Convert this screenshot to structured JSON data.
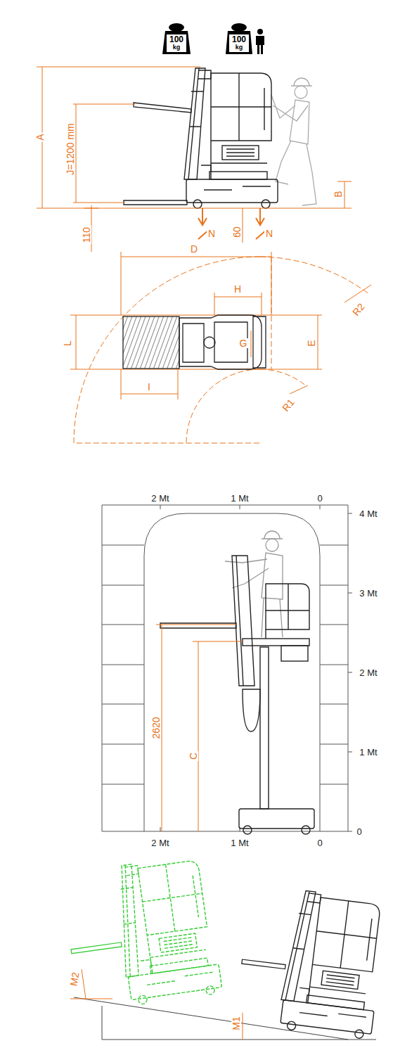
{
  "diagram": {
    "nodes": [
      {
        "text": [
          "100",
          "kg"
        ]
      },
      {
        "text": [
          "100",
          "kg"
        ]
      }
    ],
    "labels": [
      "A",
      "J=1200 mm",
      "B",
      "110",
      "N",
      "60",
      "N",
      "D",
      "H",
      "R2",
      "L",
      "G",
      "E",
      "I",
      "R1",
      "2 Mt",
      "1 Mt",
      "0",
      "4 Mt",
      "3 Mt",
      "2 Mt",
      "1 Mt",
      "0",
      "2620",
      "C",
      "2 Mt",
      "1 Mt",
      "0",
      "M2",
      "M1"
    ]
  }
}
